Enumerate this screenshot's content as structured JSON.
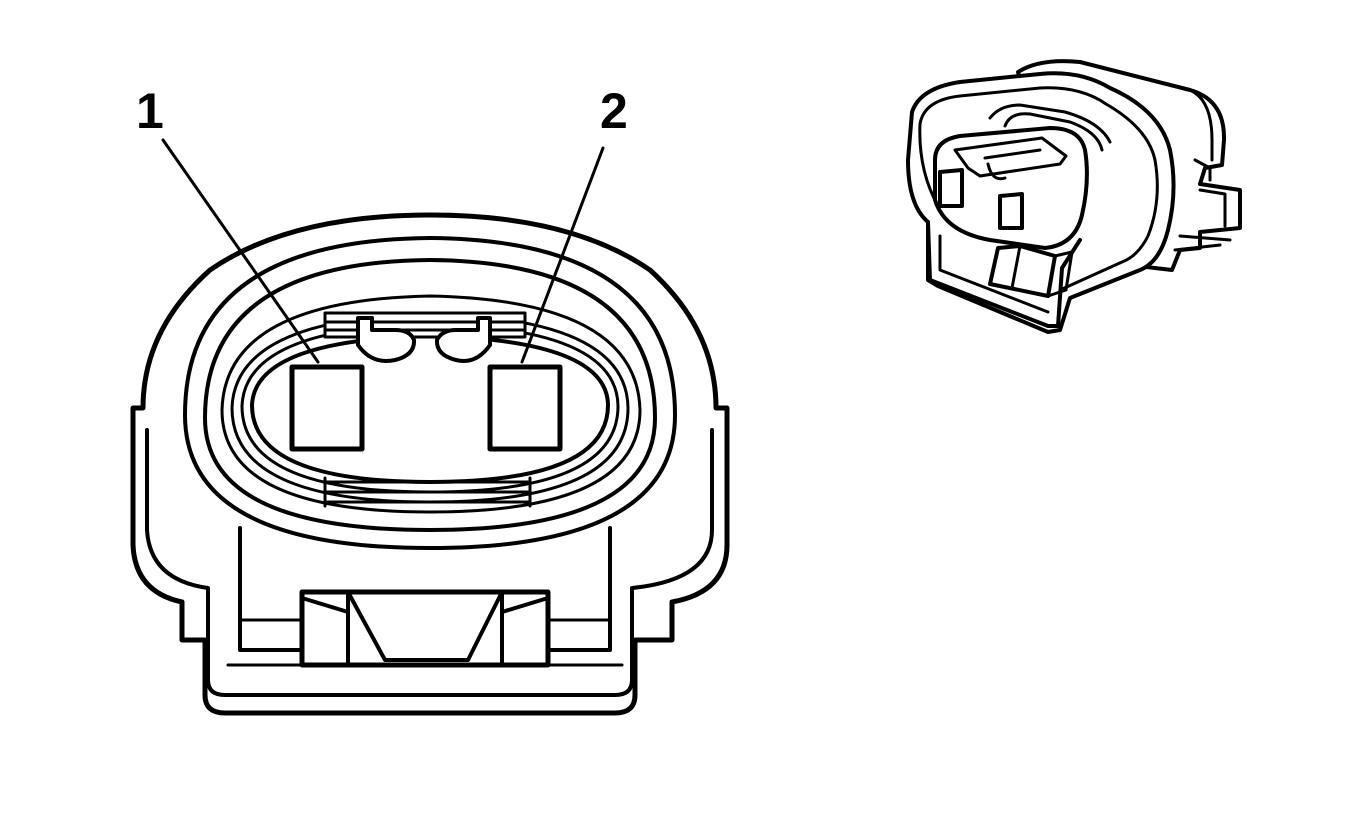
{
  "diagram": {
    "pin_labels": [
      {
        "id": "pin-1",
        "text": "1"
      },
      {
        "id": "pin-2",
        "text": "2"
      }
    ]
  }
}
